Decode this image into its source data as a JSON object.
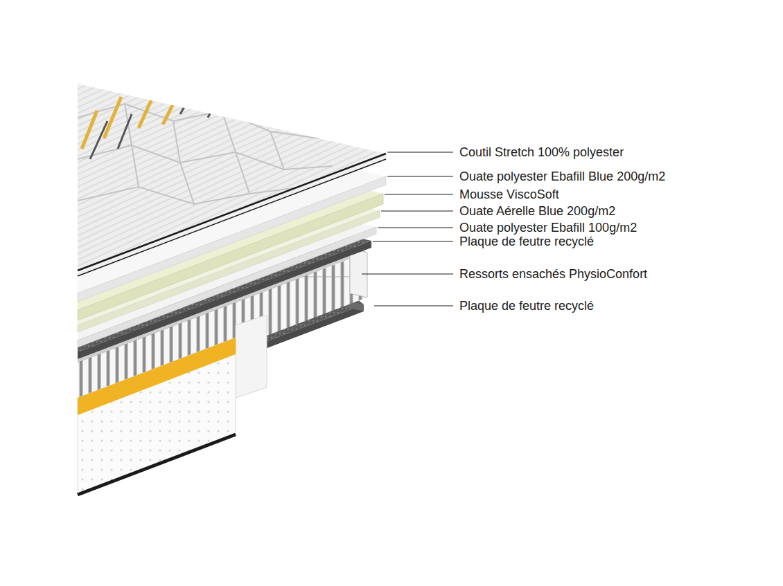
{
  "diagram": {
    "labels": [
      "Coutil Stretch 100% polyester",
      "Ouate polyester Ebafill Blue 200g/m2",
      "Mousse ViscoSoft",
      "Ouate Aérelle Blue 200g/m2",
      "Ouate polyester Ebafill 100g/m2",
      "Plaque de feutre recyclé",
      "Ressorts ensachés PhysioConfort",
      "Plaque de feutre recyclé"
    ]
  }
}
